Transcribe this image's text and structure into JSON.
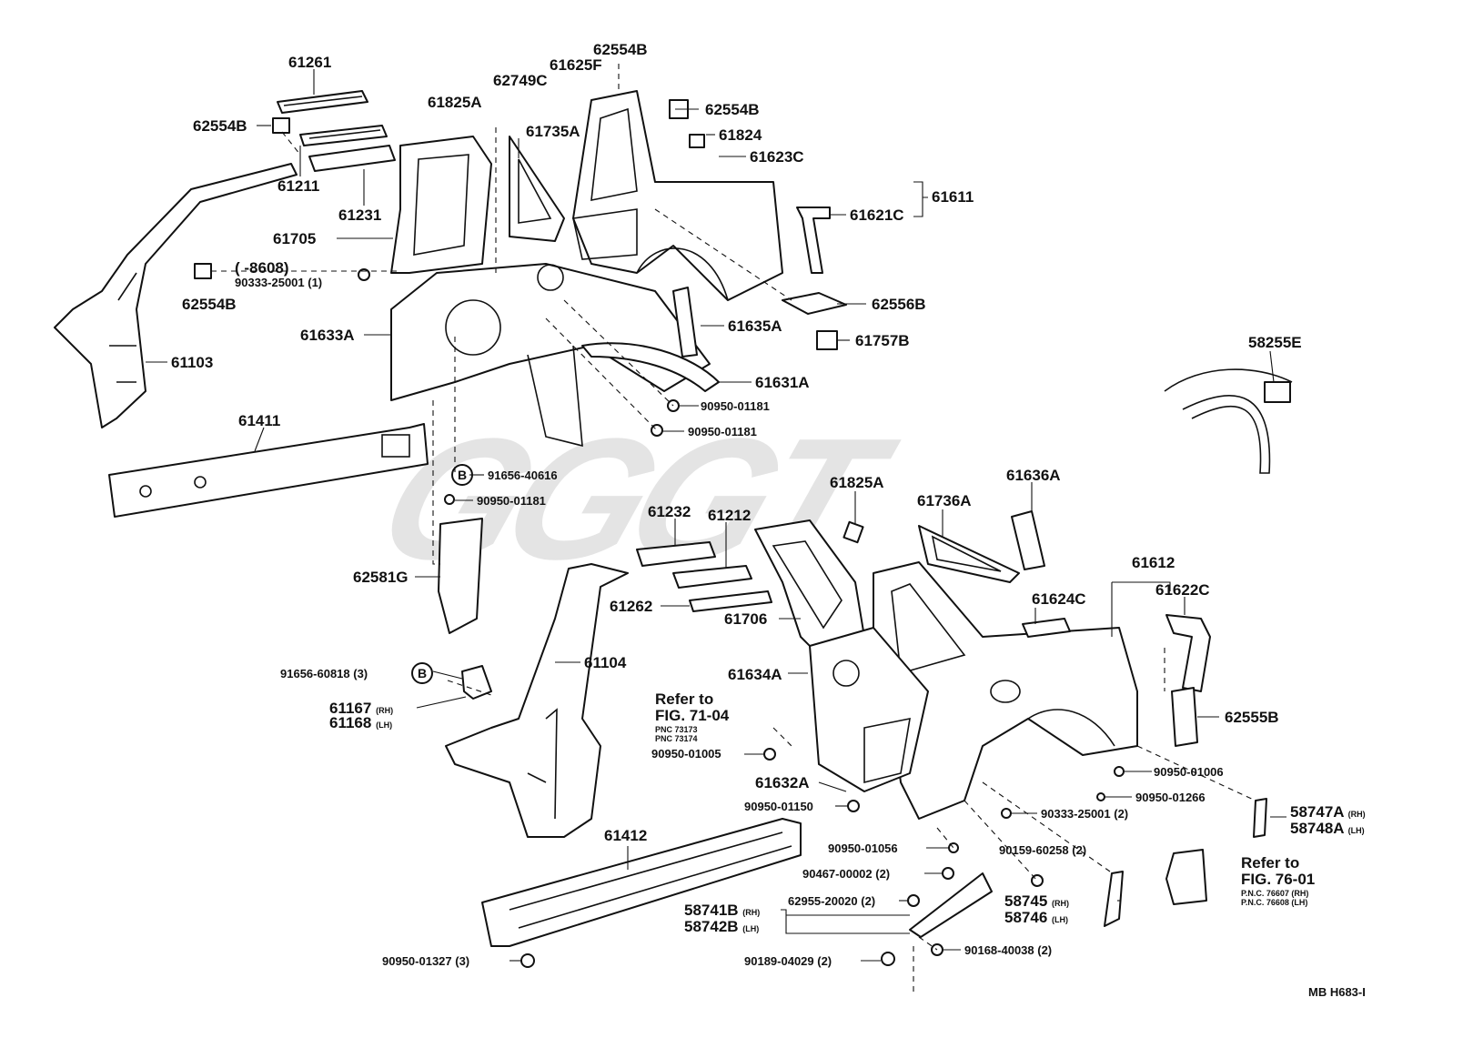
{
  "watermark": "GGGT",
  "footer_code": "MB  H683-I",
  "refs": {
    "fig7104": {
      "line1": "Refer to",
      "line2": "FIG. 71-04",
      "pnc1": "PNC 73173",
      "pnc2": "PNC 73174"
    },
    "fig7601": {
      "line1": "Refer to",
      "line2": "FIG. 76-01",
      "pnc1": "P.N.C. 76607 (RH)",
      "pnc2": "P.N.C. 76608 (LH)"
    }
  },
  "labels": {
    "p61261": "61261",
    "p62554B_a": "62554B",
    "p61211": "61211",
    "p61231": "61231",
    "p61825A_a": "61825A",
    "p62749C": "62749C",
    "p61625F": "61625F",
    "p62554B_b": "62554B",
    "p62554B_c": "62554B",
    "p61735A": "61735A",
    "p61824": "61824",
    "p61623C": "61623C",
    "p61611": "61611",
    "p61621C": "61621C",
    "p61705": "61705",
    "p8608": "(      -8608)",
    "p90333_1": "90333-25001 (1)",
    "p62554B_d": "62554B",
    "p62556B": "62556B",
    "p61633A": "61633A",
    "p61635A": "61635A",
    "p61757B": "61757B",
    "p61103": "61103",
    "p61631A": "61631A",
    "p90950_01181a": "90950-01181",
    "p90950_01181b": "90950-01181",
    "p61411": "61411",
    "p91656_40616": "91656-40616",
    "p90950_01181c": "90950-01181",
    "p58255E": "58255E",
    "p62581G": "62581G",
    "p61232": "61232",
    "p61212": "61212",
    "p61825A_b": "61825A",
    "p61736A": "61736A",
    "p61636A": "61636A",
    "p61612": "61612",
    "p61262": "61262",
    "p61706": "61706",
    "p61624C": "61624C",
    "p61622C": "61622C",
    "p91656_60818": "91656-60818 (3)",
    "p61104": "61104",
    "p61634A": "61634A",
    "p61167": "61167",
    "p61168": "61168",
    "p62555B": "62555B",
    "p90950_01005": "90950-01005",
    "p90950_01006": "90950-01006",
    "p61632A": "61632A",
    "p90950_01266": "90950-01266",
    "p90950_01150": "90950-01150",
    "p90333_2": "90333-25001 (2)",
    "p58747A": "58747A",
    "p58748A": "58748A",
    "p61412": "61412",
    "p90950_01056": "90950-01056",
    "p90159_60258": "90159-60258 (2)",
    "p90467_00002": "90467-00002 (2)",
    "p58741B": "58741B",
    "p58742B": "58742B",
    "p62955_20020": "62955-20020 (2)",
    "p58745": "58745",
    "p58746": "58746",
    "p90950_01327": "90950-01327 (3)",
    "p90189_04029": "90189-04029 (2)",
    "p90168_40038": "90168-40038 (2)"
  },
  "suffix": {
    "rh": "(RH)",
    "lh": "(LH)"
  },
  "circle_letter": "B"
}
